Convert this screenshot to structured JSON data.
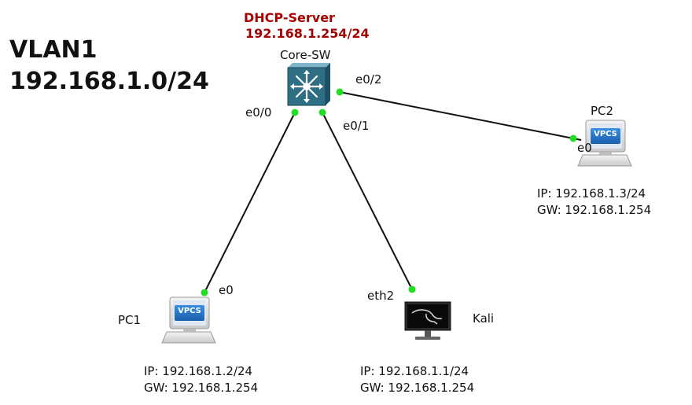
{
  "network": {
    "vlan_name": "VLAN1",
    "vlan_subnet": "192.168.1.0/24",
    "dhcp_title": "DHCP-Server",
    "dhcp_address": "192.168.1.254/24"
  },
  "switch": {
    "name": "Core-SW",
    "ports": {
      "e0_0": "e0/0",
      "e0_1": "e0/1",
      "e0_2": "e0/2"
    }
  },
  "nodes": {
    "pc1": {
      "name": "PC1",
      "port": "e0",
      "badge": "VPCS",
      "ip": "IP:  192.168.1.2/24",
      "gw": "GW:  192.168.1.254"
    },
    "pc2": {
      "name": "PC2",
      "port": "e0",
      "badge": "VPCS",
      "ip": "IP:  192.168.1.3/24",
      "gw": "GW:  192.168.1.254"
    },
    "kali": {
      "name": "Kali",
      "port": "eth2",
      "ip": "IP:  192.168.1.1/24",
      "gw": "GW:  192.168.1.254"
    }
  },
  "colors": {
    "link": "#111111",
    "port_dot": "#22dd22",
    "dhcp_text": "#a80000",
    "switch_face": "#2f6f86",
    "vpcs_blue": "#1f6fc0"
  }
}
